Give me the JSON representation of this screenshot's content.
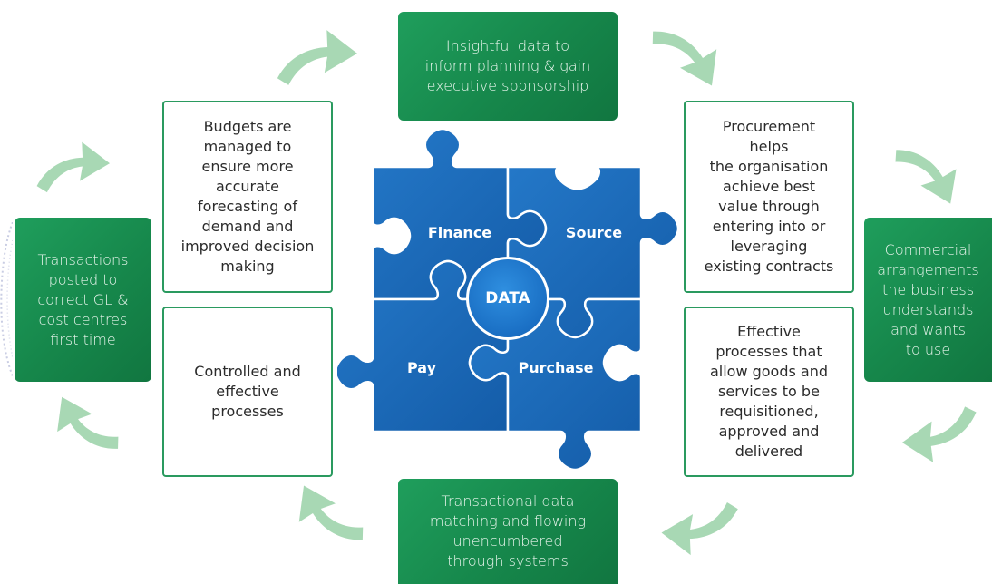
{
  "green_boxes": {
    "top": "Insightful data to\ninform planning & gain\nexecutive sponsorship",
    "right": "Commercial\narrangements\nthe business\nunderstands\nand wants\nto use",
    "bottom": "Transactional data\nmatching and flowing\nunencumbered\nthrough systems",
    "left": "Transactions\nposted to\ncorrect GL &\ncost centres\nfirst time"
  },
  "white_boxes": {
    "top_left": "Budgets are\nmanaged to\nensure more\naccurate\nforecasting of\ndemand and\nimproved decision\nmaking",
    "bottom_left": "Controlled and\neffective\nprocesses",
    "top_right": "Procurement\nhelps\nthe organisation\nachieve best\nvalue through\nentering into or\nleveraging\nexisting contracts",
    "bottom_right": "Effective\nprocesses that\nallow goods and\nservices to be\nrequisitioned,\napproved and\ndelivered"
  },
  "puzzle": {
    "pieces": [
      "Finance",
      "Source",
      "Pay",
      "Purchase"
    ],
    "center": "DATA"
  },
  "colors": {
    "green": "#168a4e",
    "arrow": "#a8d8b4",
    "puzzle_blue": "#1a6bbd",
    "box_border": "#2a9a5f"
  }
}
